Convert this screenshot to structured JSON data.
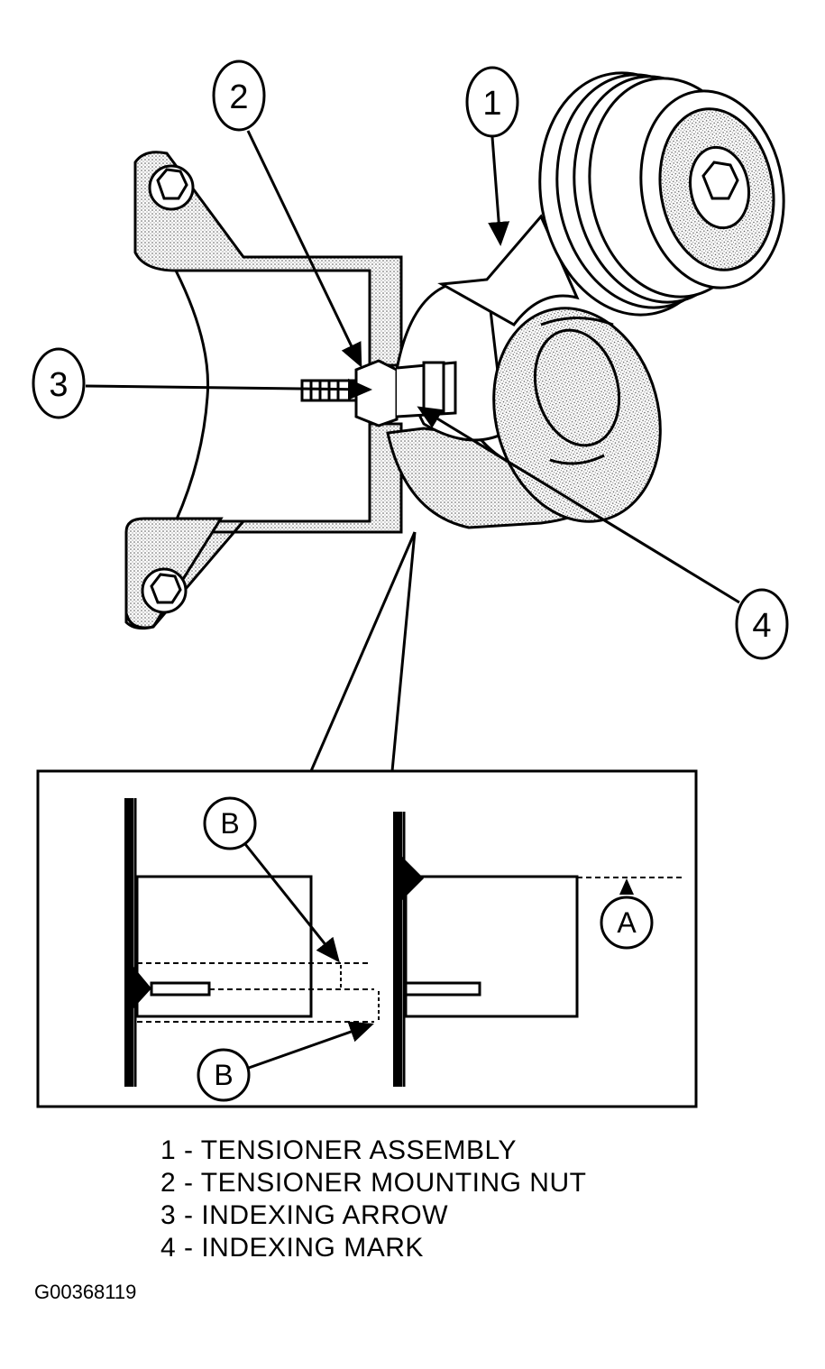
{
  "callouts": {
    "c1": "1",
    "c2": "2",
    "c3": "3",
    "c4": "4",
    "a": "A",
    "b_upper": "B",
    "b_lower": "B"
  },
  "legend": {
    "items": [
      {
        "text": "1 - TENSIONER ASSEMBLY"
      },
      {
        "text": "2 - TENSIONER MOUNTING NUT"
      },
      {
        "text": "3 - INDEXING ARROW"
      },
      {
        "text": "4 - INDEXING MARK"
      }
    ]
  },
  "figure_id": "G00368119",
  "colors": {
    "ink": "#000000",
    "shade": "#cfcfcf",
    "paper": "#ffffff"
  }
}
